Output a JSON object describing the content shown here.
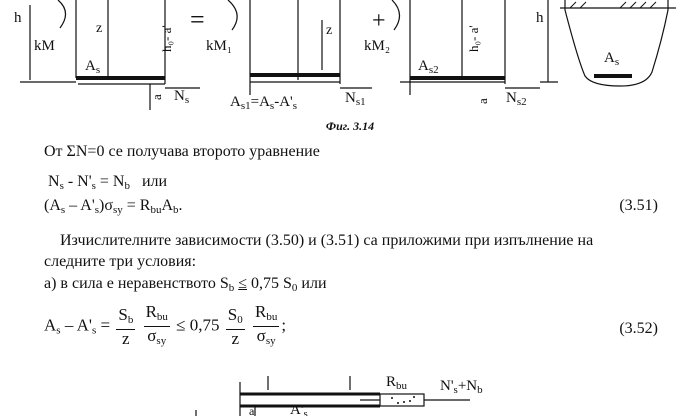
{
  "figure": {
    "caption": "Фиг. 3.14",
    "labels": {
      "h": "h",
      "z": "z",
      "h0a": "h₀- a'",
      "kM": "kM",
      "kM1": "kM₁",
      "kM2": "kM₂",
      "As": "A",
      "As_sub": "s",
      "As2": "A",
      "As2_sub": "s2",
      "Ns": "N",
      "Ns_sub": "s",
      "Ns1": "N",
      "Ns1_sub": "s1",
      "Ns2": "N",
      "Ns2_sub": "s2",
      "a": "a",
      "eq": "=",
      "plus": "+",
      "As1_eq": "Aₛ₁=Aₛ-A'ₛ",
      "right_As": "A"
    }
  },
  "text": {
    "line1": "От ΣN=0 се получава второто уравнение",
    "eq1": "Nₛ - N'ₛ = Nᵦ   или",
    "eq2_left": "(A",
    "eq2": "(Aₛ – A'ₛ)σₛᵧ = RᵦᵤAᵦ.",
    "eq2_no": "(3.51)",
    "para1": "Изчислителните зависимости (3.50) и (3.51) са приложими при изпълнение на",
    "para2": "следните три условия:",
    "cond_a_prefix": "а) в сила е неравенството S",
    "cond_a_sub": "b",
    "cond_a_rel": "≤",
    "cond_a_rest": "0,75 S",
    "cond_a_sub0": "0",
    "cond_a_end": "или",
    "eq3_no": "(3.52)",
    "eq3": {
      "lhs": "A",
      "minus": " – A'",
      "le": " ≤ 0,75",
      "Sb": "S",
      "Sb_sub": "b",
      "z": "z",
      "Rbu": "R",
      "Rbu_sub": "bu",
      "sigma": "σ",
      "sigma_sub": "sy",
      "S0": "S",
      "S0_sub": "0",
      "end": ";"
    }
  },
  "bottom_figure": {
    "Rbu": "R",
    "Rbu_sub": "bu",
    "force": "N'ₛ+N",
    "force_sub": "b",
    "As_prime": "A'",
    "As_prime_sub": "s",
    "a": "a"
  }
}
